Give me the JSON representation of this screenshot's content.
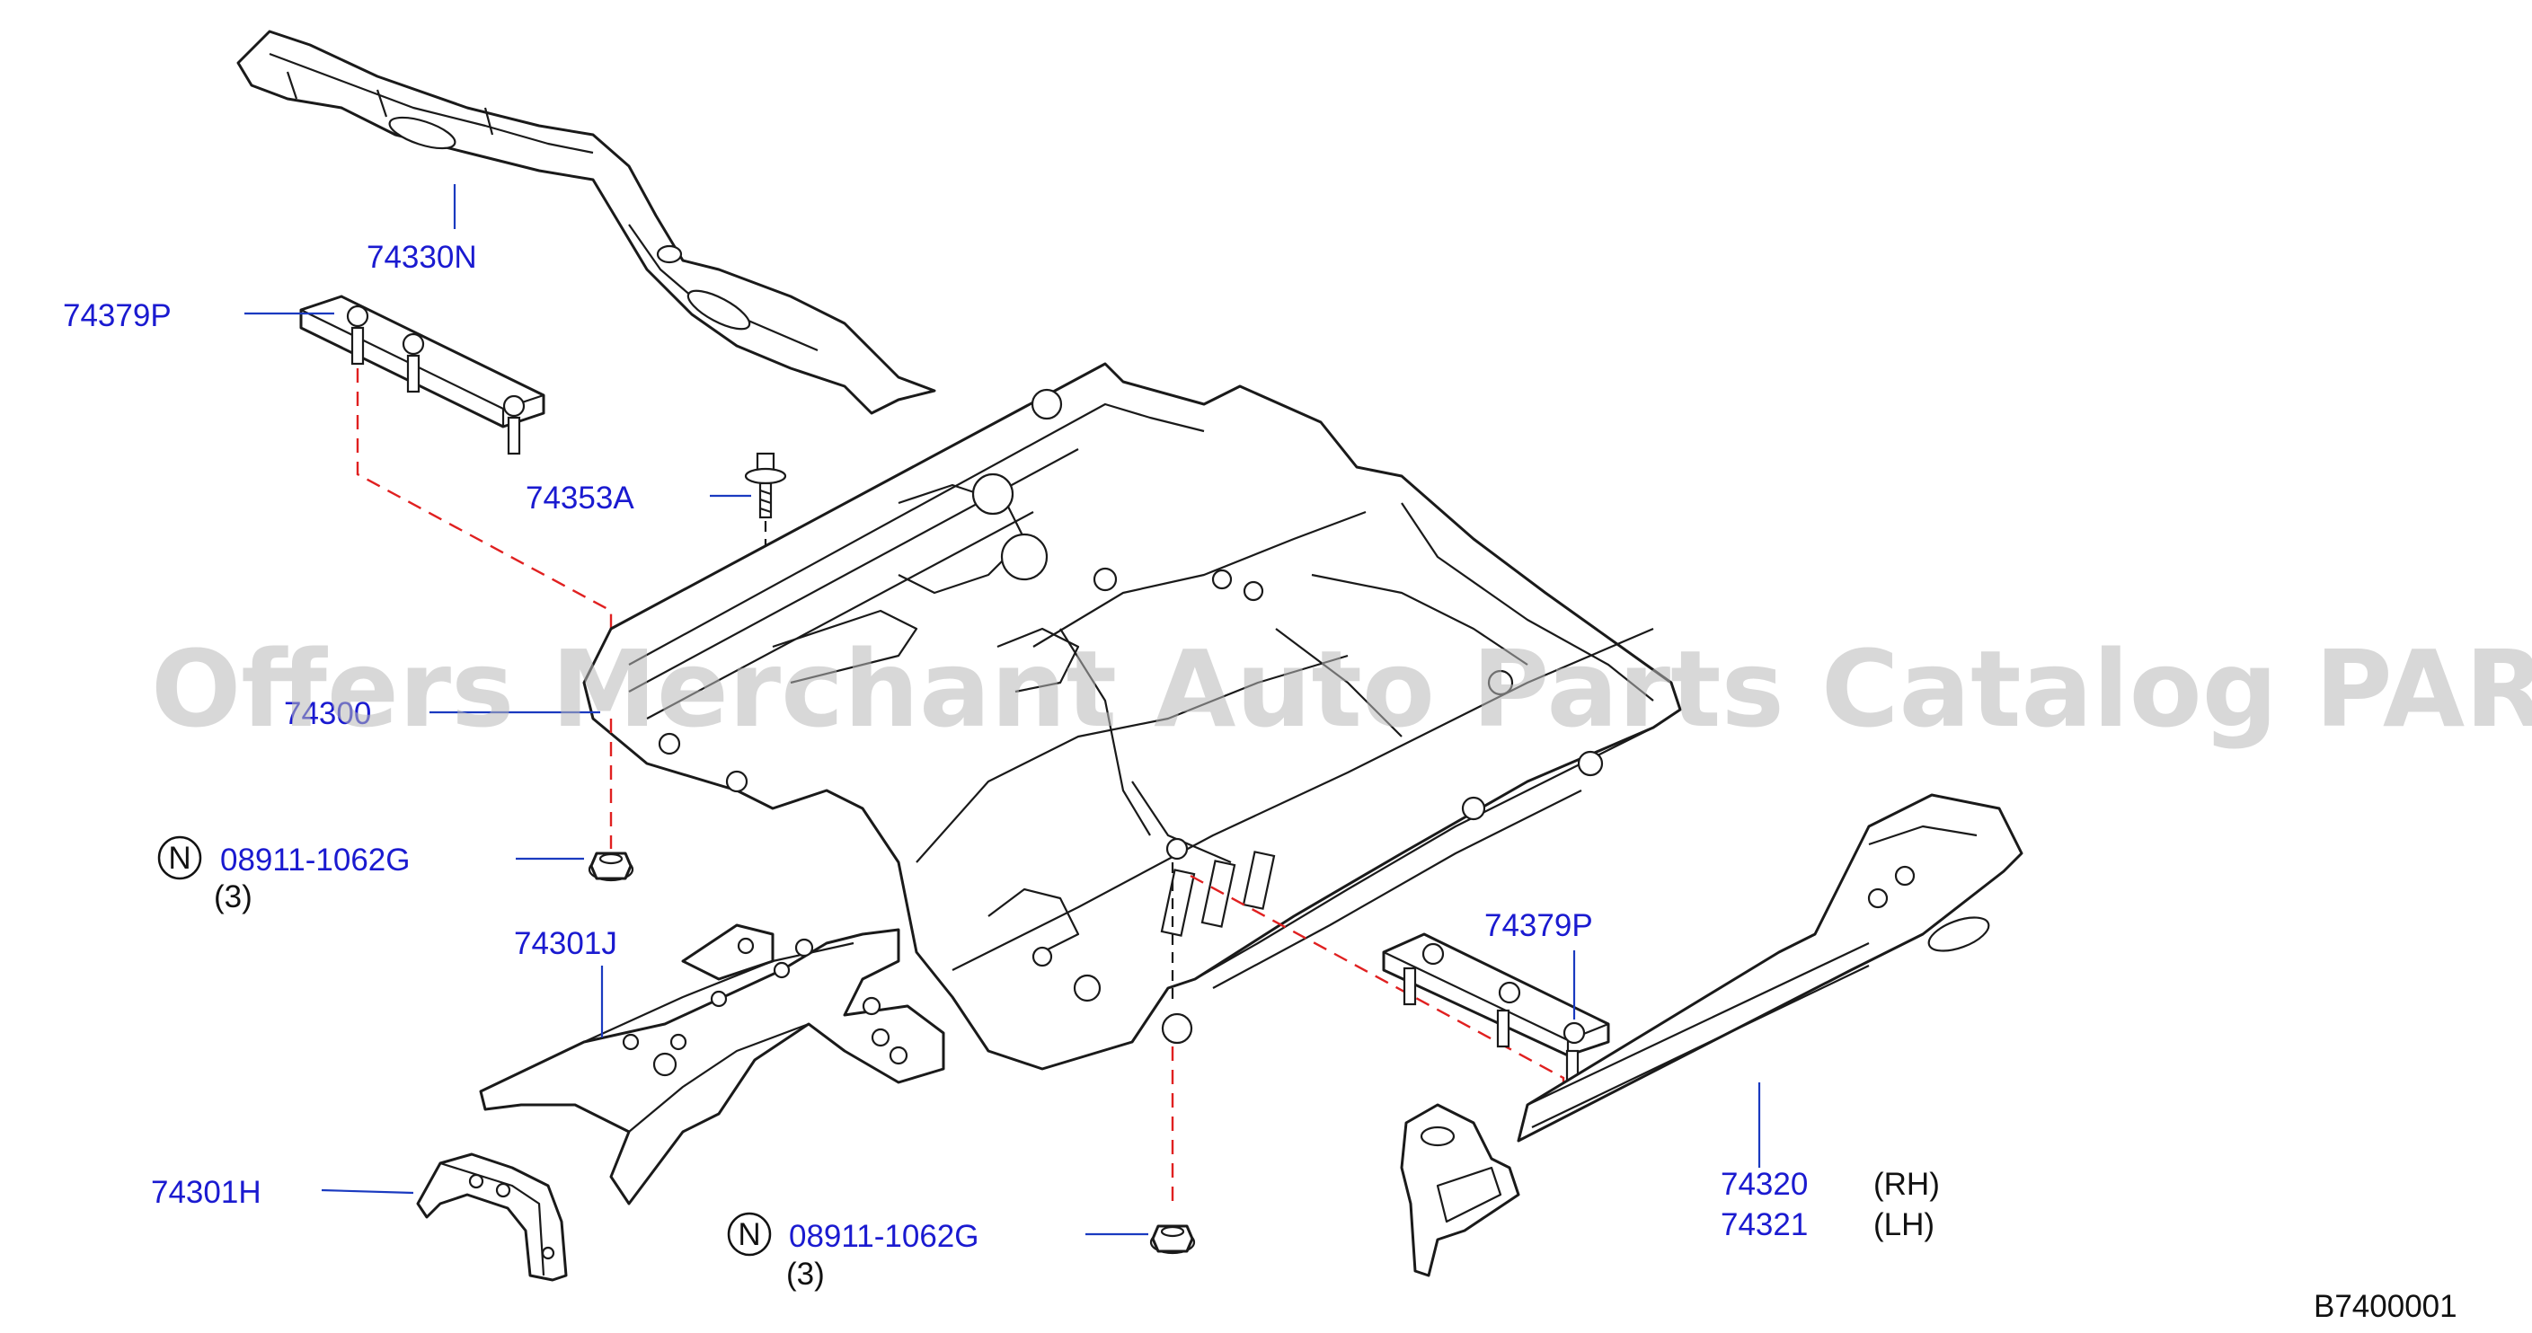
{
  "diagram_code": "B7400001",
  "watermark": "Offers Merchant Auto Parts Catalog PARTSTORE.SA",
  "quantity_label": "(3)",
  "new_part_marker": "N",
  "callouts": {
    "p74330N": "74330N",
    "p74379P_left": "74379P",
    "p74353A": "74353A",
    "p74300": "74300",
    "p08911_left": "08911-1062G",
    "p74301J": "74301J",
    "p74301H": "74301H",
    "p08911_bottom": "08911-1062G",
    "p74379P_right": "74379P",
    "p74320": "74320",
    "p74321": "74321",
    "rh": "(RH)",
    "lh": "(LH)"
  },
  "colors": {
    "part_number": "#1a1ad0",
    "leader": "#1a3ac0",
    "dashed_alignment": "#e02020",
    "outline": "#1a1a1a",
    "watermark": "#b8b8b8"
  }
}
